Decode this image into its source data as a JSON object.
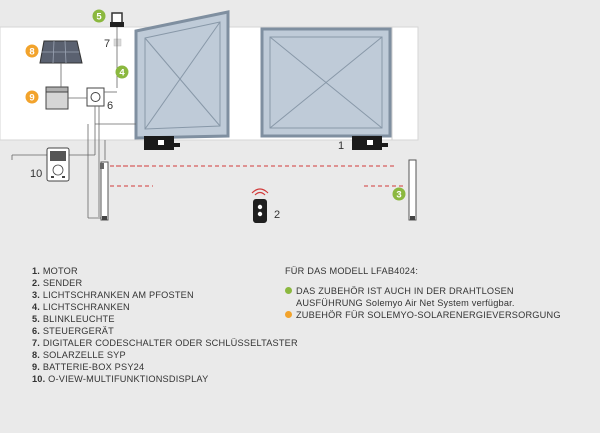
{
  "colors": {
    "background": "#eaeaea",
    "wall": "#ffffff",
    "gate": "#bfcbd8",
    "gate_frame": "#7f8fa0",
    "green_badge": "#8bb83f",
    "orange_badge": "#f2a32c",
    "beam": "#d23b3b"
  },
  "badges": [
    {
      "number": "5",
      "color": "green"
    },
    {
      "number": "4",
      "color": "green"
    },
    {
      "number": "3",
      "color": "green"
    },
    {
      "number": "8",
      "color": "orange"
    },
    {
      "number": "9",
      "color": "orange"
    }
  ],
  "plain_labels": [
    "7",
    "6",
    "10",
    "1",
    "2"
  ],
  "legend": [
    {
      "num": "1.",
      "text": "MOTOR"
    },
    {
      "num": "2.",
      "text": "SENDER"
    },
    {
      "num": "3.",
      "text": "LICHTSCHRANKEN AM PFOSTEN"
    },
    {
      "num": "4.",
      "text": "LICHTSCHRANKEN"
    },
    {
      "num": "5.",
      "text": "BLINKLEUCHTE"
    },
    {
      "num": "6.",
      "text": "STEUERGERÄT"
    },
    {
      "num": "7.",
      "text": "DIGITALER CODESCHALTER ODER SCHLÜSSELTASTER"
    },
    {
      "num": "8.",
      "text": "SOLARZELLE SYP"
    },
    {
      "num": "9.",
      "text": "BATTERIE-BOX PSY24"
    },
    {
      "num": "10.",
      "text": "O-VIEW-MULTIFUNKTIONSDISPLAY"
    }
  ],
  "notes": {
    "title": "FÜR DAS MODELL LFAB4024:",
    "green_line1": "DAS ZUBEHÖR IST AUCH IN DER DRAHTLOSEN",
    "green_line2": "AUSFÜHRUNG Solemyo Air Net System verfügbar.",
    "orange_line": "ZUBEHÖR FÜR SOLEMYO-SOLARENERGIEVERSORGUNG"
  }
}
